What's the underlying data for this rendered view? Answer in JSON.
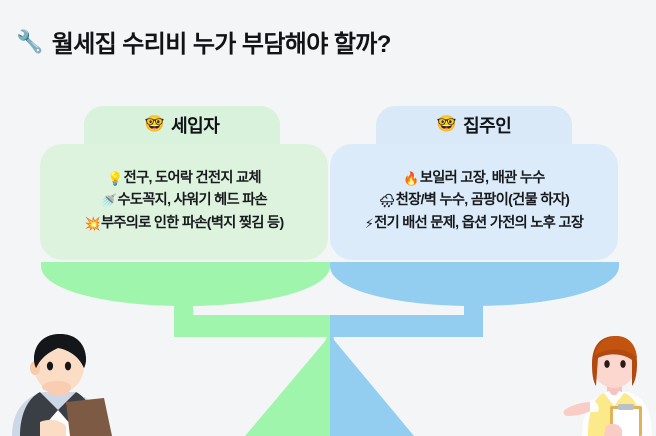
{
  "page": {
    "background_color": "#f4f5f6",
    "title": "월세집 수리비 누가 부담해야 할까?",
    "title_icon": "🔧",
    "title_icon_name": "wrench-icon"
  },
  "colors": {
    "green_pan": "#9ff5ab",
    "blue_pan": "#93cdf0",
    "green_card": "#ddf3de",
    "green_tab": "#d9f2dc",
    "blue_card": "#dcebf9",
    "blue_tab": "#d9e9f8",
    "text": "#17191c"
  },
  "panels": [
    {
      "id": "tenant",
      "side": "left",
      "tab_icon": "🤓",
      "tab_icon_name": "nerd-face-icon",
      "tab_label": "세입자",
      "items": [
        {
          "icon": "💡",
          "icon_name": "light-bulb-icon",
          "text": "전구, 도어락 건전지 교체"
        },
        {
          "icon": "🚿",
          "icon_name": "shower-icon",
          "text": "수도꼭지, 샤워기 헤드 파손"
        },
        {
          "icon": "💥",
          "icon_name": "collision-icon",
          "text": "부주의로 인한 파손(벽지 찢김 등)"
        }
      ]
    },
    {
      "id": "landlord",
      "side": "right",
      "tab_icon": "🤓",
      "tab_icon_name": "nerd-face-icon",
      "tab_label": "집주인",
      "items": [
        {
          "icon": "🔥",
          "icon_name": "fire-icon",
          "text": "보일러 고장, 배관 누수"
        },
        {
          "icon": "🌧",
          "icon_name": "rain-cloud-icon",
          "text": "천장/벽 누수, 곰팡이(건물 하자)"
        },
        {
          "icon": "⚡",
          "icon_name": "lightning-icon",
          "text": "전기 배선 문제, 옵션 가전의 노후 고장"
        }
      ]
    }
  ],
  "illustration": {
    "scale_name": "balance-scale",
    "left_character": "thinking-man-with-clipboard",
    "right_character": "woman-presenting-with-clipboard"
  }
}
